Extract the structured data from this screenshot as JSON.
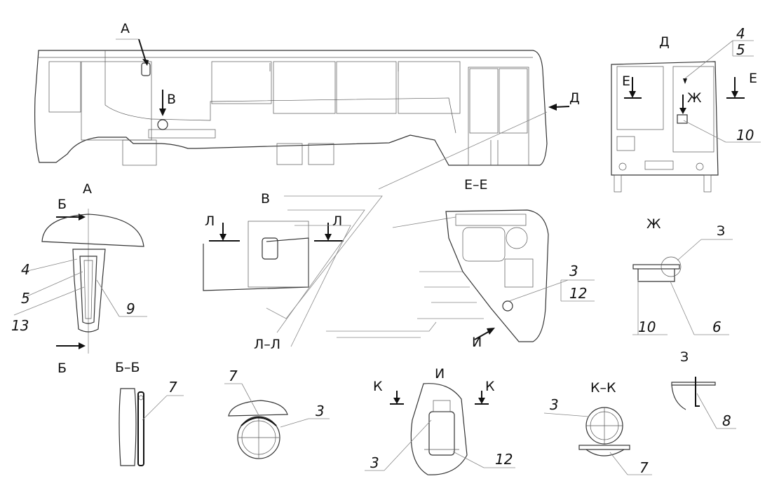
{
  "views": {
    "main_bus": {
      "callouts": [
        "А",
        "В",
        "Д"
      ]
    },
    "view_d": {
      "title": "Д",
      "labels": [
        "Е",
        "Е",
        "Ж"
      ],
      "numbers": [
        "4",
        "5",
        "10"
      ]
    },
    "view_a": {
      "title": "А",
      "section_marks": [
        "Б",
        "Б"
      ],
      "numbers": [
        "4",
        "5",
        "13",
        "9"
      ]
    },
    "view_v": {
      "title": "В",
      "section_marks": [
        "Л",
        "Л"
      ]
    },
    "section_ee": {
      "title": "Е–Е",
      "arrow_label": "И",
      "numbers": [
        "3",
        "12"
      ]
    },
    "view_zh": {
      "title": "Ж",
      "callout": "З",
      "numbers": [
        "10",
        "6"
      ]
    },
    "section_bb": {
      "title": "Б–Б",
      "numbers": [
        "7"
      ]
    },
    "section_ll": {
      "title": "Л–Л",
      "numbers": [
        "7",
        "3"
      ]
    },
    "view_i": {
      "title": "И",
      "section_marks": [
        "К",
        "К"
      ],
      "numbers": [
        "3",
        "12"
      ]
    },
    "section_kk": {
      "title": "К–К",
      "numbers": [
        "3",
        "7"
      ]
    },
    "view_z": {
      "title": "З",
      "numbers": [
        "8"
      ]
    }
  }
}
